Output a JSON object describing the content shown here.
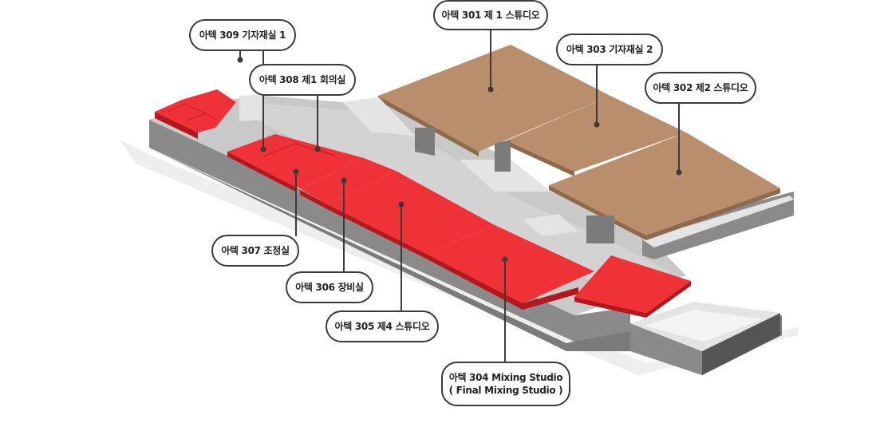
{
  "colors": {
    "red_room": "#ef3237",
    "red_room_side": "#b5171d",
    "brown_room": "#b98e6c",
    "brown_room_side": "#8e6a4d",
    "floor": "#c9c9c9",
    "wall_top": "#e4e4e4",
    "wall_side": "#7b7b7b",
    "leader": "#3a3a3a"
  },
  "rooms": {
    "r309": {
      "label": "아텍 309 기자재실 1",
      "color": "red"
    },
    "r308": {
      "label": "아텍 308 제1 회의실",
      "color": "red"
    },
    "r307": {
      "label": "아텍 307 조정실",
      "color": "red"
    },
    "r306": {
      "label": "아텍 306 장비실",
      "color": "red"
    },
    "r305": {
      "label": "아텍 305 제4 스튜디오",
      "color": "red"
    },
    "r304": {
      "label": "아텍 304 Mixing Studio",
      "label2": "( Final Mixing Studio )",
      "color": "red"
    },
    "r301": {
      "label": "아텍 301 제 1 스튜디오",
      "color": "brown"
    },
    "r303": {
      "label": "아텍 303 기자재실 2",
      "color": "brown"
    },
    "r302": {
      "label": "아텍 302 제2 스튜디오",
      "color": "brown"
    }
  }
}
